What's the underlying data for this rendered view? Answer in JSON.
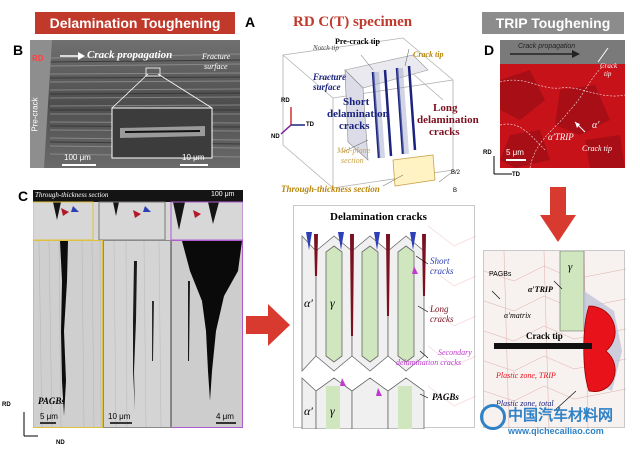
{
  "headers": {
    "delamination_toughening": "Delamination Toughening",
    "trip_toughening": "TRIP Toughening"
  },
  "panel_b": {
    "label": "B",
    "rd": "RD",
    "crack_propagation": "Crack propagation",
    "fracture_surface_1": "Fracture",
    "fracture_surface_2": "surface",
    "pre_crack": "Pre-crack",
    "scale_main": "100 μm",
    "scale_inset": "10 μm"
  },
  "panel_a": {
    "label": "A",
    "title": "RD C(T) specimen",
    "notch_tip": "Notch tip",
    "pre_crack_tip": "Pre-crack tip",
    "crack_tip": "Crack tip",
    "fracture_surface_1": "Fracture",
    "fracture_surface_2": "surface",
    "short_cracks_1": "Short",
    "short_cracks_2": "delamination",
    "short_cracks_3": "cracks",
    "long_cracks_1": "Long",
    "long_cracks_2": "delamination",
    "long_cracks_3": "cracks",
    "mid_plane_1": "Mid-plane",
    "mid_plane_2": "section",
    "through_thickness": "Through-thickness section",
    "rd": "RD",
    "nd": "ND",
    "td": "TD",
    "b2": "B/2",
    "b": "B"
  },
  "panel_d": {
    "label": "D",
    "crack_propagation": "Crack propagation",
    "crack_tip_top_1": "Crack",
    "crack_tip_top_2": "tip",
    "alpha_prime": "α′",
    "alpha_trip": "α′TRIP",
    "crack_tip": "Crack tip",
    "scale": "5 μm",
    "rd": "RD",
    "td": "TD"
  },
  "panel_c": {
    "label": "C",
    "through_thickness_section": "Through-thickness section",
    "scale_top": "100 μm",
    "pagbs": "PAGBs",
    "scale_1": "5 μm",
    "scale_2": "10 μm",
    "scale_3": "4 μm",
    "rd": "RD",
    "nd": "ND"
  },
  "delam_diagram": {
    "title": "Delamination cracks",
    "short_cracks": "Short cracks",
    "long_cracks": "Long cracks",
    "secondary_1": "Secondary",
    "secondary_2": "delamination cracks",
    "pagbs": "PAGBs",
    "alpha_prime": "α′",
    "gamma": "γ"
  },
  "trip_diagram": {
    "pagbs": "PAGBs",
    "alpha_trip": "α′TRIP",
    "gamma": "γ",
    "alpha_matrix": "α′matrix",
    "crack_tip": "Crack tip",
    "plastic_zone_trip": "Plastic zone, TRIP",
    "plastic_zone_total": "Plastic zone, total"
  },
  "watermark": {
    "cn": "中国汽车材料网",
    "url": "www.qichecailiao.com"
  },
  "colors": {
    "header_red": "#c0392b",
    "header_gray": "#8c8c8c",
    "title_red": "#c0392b",
    "arrow_red": "#d93a30",
    "ebsd_red": "#c7121a",
    "crack_blue": "#2c3fb5",
    "crack_dark_red": "#7a1020",
    "gamma_green": "#cfe6bf",
    "magenta": "#c03ad0",
    "watermark_blue": "#2f82c6"
  }
}
